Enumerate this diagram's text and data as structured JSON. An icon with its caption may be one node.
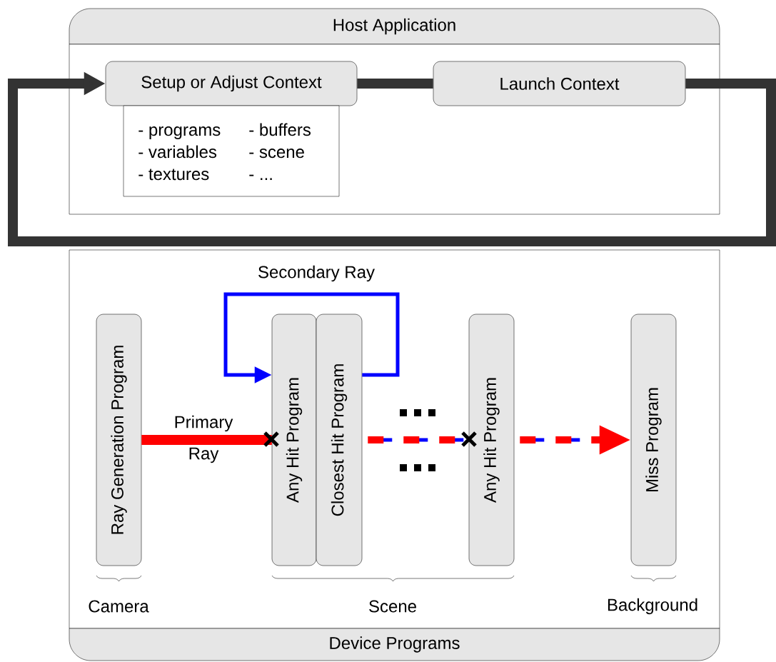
{
  "diagram": {
    "nodes": [
      {
        "text": [
          "Host Application"
        ]
      },
      {
        "text": [
          "Setup or Adjust Context"
        ],
        "in": 0
      },
      {
        "text": [
          "- programs",
          "- buffers",
          "- variables",
          "- scene",
          "- textures",
          "- ..."
        ],
        "in": 0
      },
      {
        "text": [
          "Launch Context"
        ],
        "in": 0
      },
      {
        "text": [
          "Device Programs"
        ]
      },
      {
        "text": [
          "Ray Generation Program"
        ],
        "in": 4
      },
      {
        "text": [
          "Any Hit Program"
        ],
        "in": 4
      },
      {
        "text": [
          "Closest Hit Program"
        ],
        "in": 4
      },
      {
        "text": [
          "Any Hit Program"
        ],
        "in": 4
      },
      {
        "text": [
          "Miss Program"
        ],
        "in": 4
      }
    ],
    "edges": [
      {
        "from": 1,
        "to": 3,
        "arrow": "none",
        "style": "thick",
        "color": "#333333"
      },
      {
        "from": 3,
        "to": 1,
        "arrow": "to",
        "style": "thick",
        "color": "#333333"
      },
      {
        "from": 5,
        "to": 6,
        "arrow": "none",
        "label": "Primary Ray",
        "style": "thick",
        "color": "#ff0000"
      },
      {
        "from": 7,
        "to": 6,
        "arrow": "to",
        "label": "Secondary Ray",
        "color": "#0000ff"
      },
      {
        "from": 7,
        "to": 8,
        "arrow": "none",
        "style": "dashed",
        "color": "#0000ff"
      },
      {
        "from": 8,
        "to": 9,
        "arrow": "to",
        "style": "dashed",
        "color": "#0000ff"
      }
    ],
    "labels": [
      "Camera",
      "Scene",
      "Background"
    ]
  }
}
